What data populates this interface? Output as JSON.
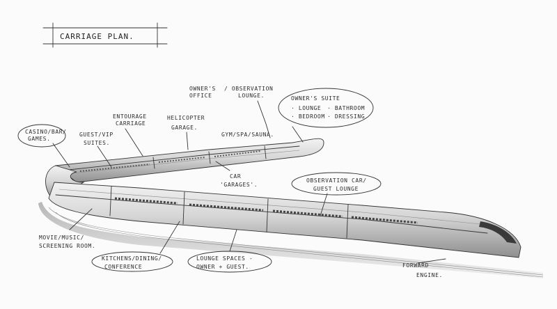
{
  "title": "CARRIAGE PLAN.",
  "labels": {
    "owners_office": [
      "OWNER'S",
      "OFFICE"
    ],
    "observation_lounge": [
      "/ OBSERVATION",
      "LOUNGE."
    ],
    "owners_suite": {
      "heading": "OWNER'S SUITE",
      "items": [
        "· LOUNGE",
        "· BATHROOM",
        "· BEDROOM",
        "· DRESSING"
      ]
    },
    "entourage": [
      "ENTOURAGE",
      "CARRIAGE"
    ],
    "helicopter": [
      "HELICOPTER",
      "GARAGE."
    ],
    "gym": "GYM/SPA/SAUNA.",
    "casino": [
      "CASINO/BAR/",
      "GAMES."
    ],
    "guest_vip": [
      "GUEST/VIP",
      "SUITES."
    ],
    "car_garages": [
      "CAR",
      "'GARAGES'."
    ],
    "observation_car": [
      "OBSERVATION CAR/",
      "GUEST LOUNGE"
    ],
    "movie": [
      "MOVIE/MUSIC/",
      "SCREENING ROOM."
    ],
    "kitchens": [
      "KITCHENS/DINING/",
      "CONFERENCE"
    ],
    "lounge_spaces": [
      "LOUNGE SPACES -",
      "OWNER + GUEST."
    ],
    "forward_engine": [
      "FORWARD",
      "ENGINE."
    ]
  }
}
